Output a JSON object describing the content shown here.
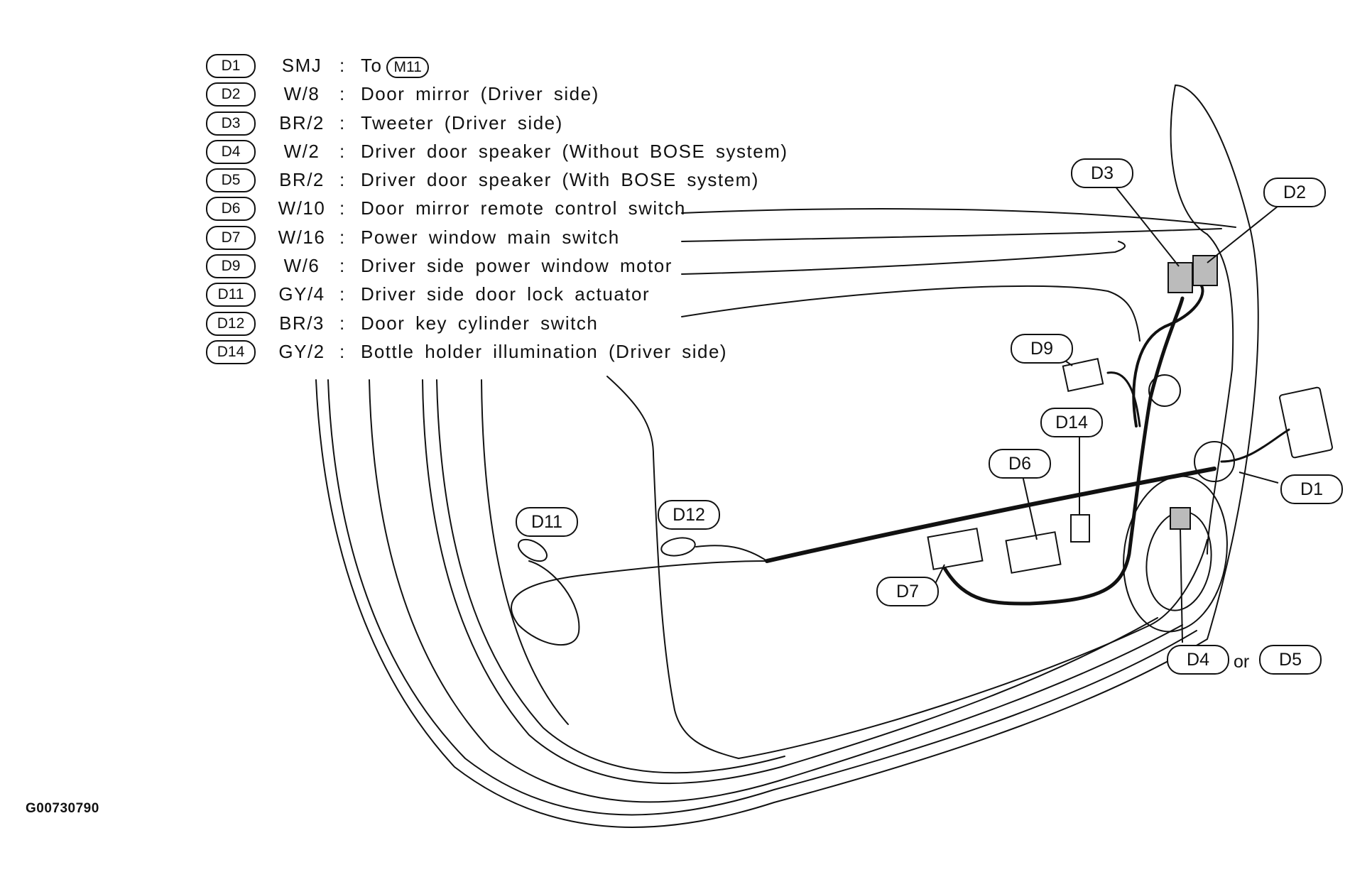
{
  "legend": [
    {
      "code": "D1",
      "connector": "SMJ",
      "description": "To",
      "ref": "M11"
    },
    {
      "code": "D2",
      "connector": "W/8",
      "description": "Door mirror (Driver side)"
    },
    {
      "code": "D3",
      "connector": "BR/2",
      "description": "Tweeter (Driver side)"
    },
    {
      "code": "D4",
      "connector": "W/2",
      "description": "Driver door speaker (Without BOSE system)"
    },
    {
      "code": "D5",
      "connector": "BR/2",
      "description": "Driver door speaker (With BOSE system)"
    },
    {
      "code": "D6",
      "connector": "W/10",
      "description": "Door mirror remote control switch"
    },
    {
      "code": "D7",
      "connector": "W/16",
      "description": "Power window main switch"
    },
    {
      "code": "D9",
      "connector": "W/6",
      "description": "Driver side power window motor"
    },
    {
      "code": "D11",
      "connector": "GY/4",
      "description": "Driver side door lock actuator"
    },
    {
      "code": "D12",
      "connector": "BR/3",
      "description": "Door key cylinder switch"
    },
    {
      "code": "D14",
      "connector": "GY/2",
      "description": "Bottle holder illumination (Driver side)"
    }
  ],
  "callouts": {
    "d1": "D1",
    "d2": "D2",
    "d3": "D3",
    "d4": "D4",
    "d5": "D5",
    "d6": "D6",
    "d7": "D7",
    "d9": "D9",
    "d11": "D11",
    "d12": "D12",
    "d14": "D14",
    "or": "or"
  },
  "figure_id": "G00730790"
}
